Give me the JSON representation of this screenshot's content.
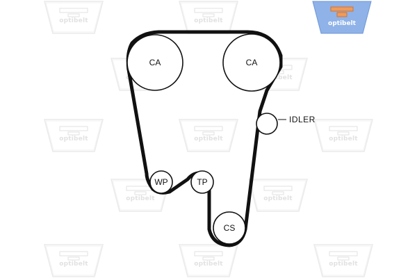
{
  "brand": {
    "watermark_text": "optibelt",
    "logo_text": "optibelt",
    "logo_color": "#8fb2e8",
    "watermark_color": "#e2e2e2"
  },
  "belt": {
    "color": "#111111"
  },
  "pulleys": {
    "ca_left": {
      "label": "CA"
    },
    "ca_right": {
      "label": "CA"
    },
    "idler": {
      "label": "IDLER"
    },
    "wp": {
      "label": "WP"
    },
    "tp": {
      "label": "TP"
    },
    "cs": {
      "label": "CS"
    }
  }
}
